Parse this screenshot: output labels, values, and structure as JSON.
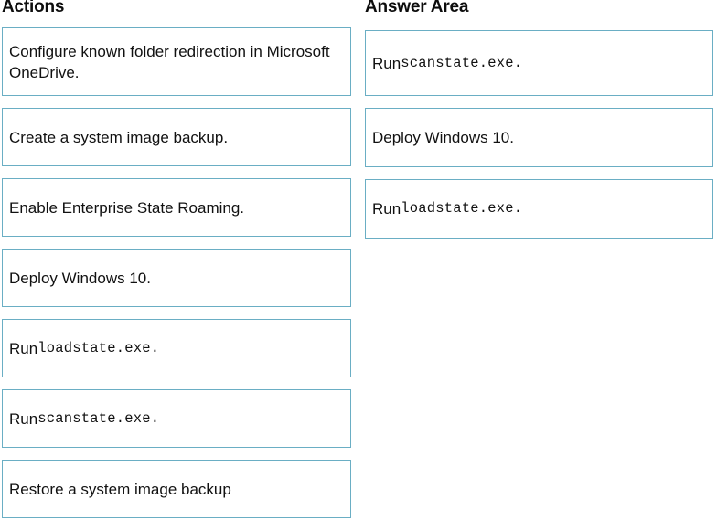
{
  "panels": {
    "left": {
      "title": "Actions",
      "items": [
        {
          "text": "Configure known folder redirection in Microsoft OneDrive.",
          "two_line": true,
          "mono_part": ""
        },
        {
          "text": "Create a system image backup.",
          "two_line": false,
          "mono_part": ""
        },
        {
          "text": "Enable Enterprise State Roaming.",
          "two_line": false,
          "mono_part": ""
        },
        {
          "text": "Deploy Windows 10.",
          "two_line": false,
          "mono_part": ""
        },
        {
          "text": "Run ",
          "two_line": false,
          "mono_part": "loadstate.exe."
        },
        {
          "text": "Run ",
          "two_line": false,
          "mono_part": "scanstate.exe."
        },
        {
          "text": "Restore a system image backup",
          "two_line": false,
          "mono_part": ""
        }
      ]
    },
    "right": {
      "title": "Answer Area",
      "items": [
        {
          "text": "Run ",
          "tall": true,
          "mono_part": "scanstate.exe."
        },
        {
          "text": "Deploy Windows 10.",
          "tall": false,
          "mono_part": ""
        },
        {
          "text": "Run ",
          "tall": false,
          "mono_part": "loadstate.exe."
        }
      ]
    }
  },
  "colors": {
    "card_border": "#6aaec4",
    "card_background": "#ffffff",
    "page_background": "#ffffff",
    "text": "#111111",
    "title_text": "#0d0d0d"
  }
}
